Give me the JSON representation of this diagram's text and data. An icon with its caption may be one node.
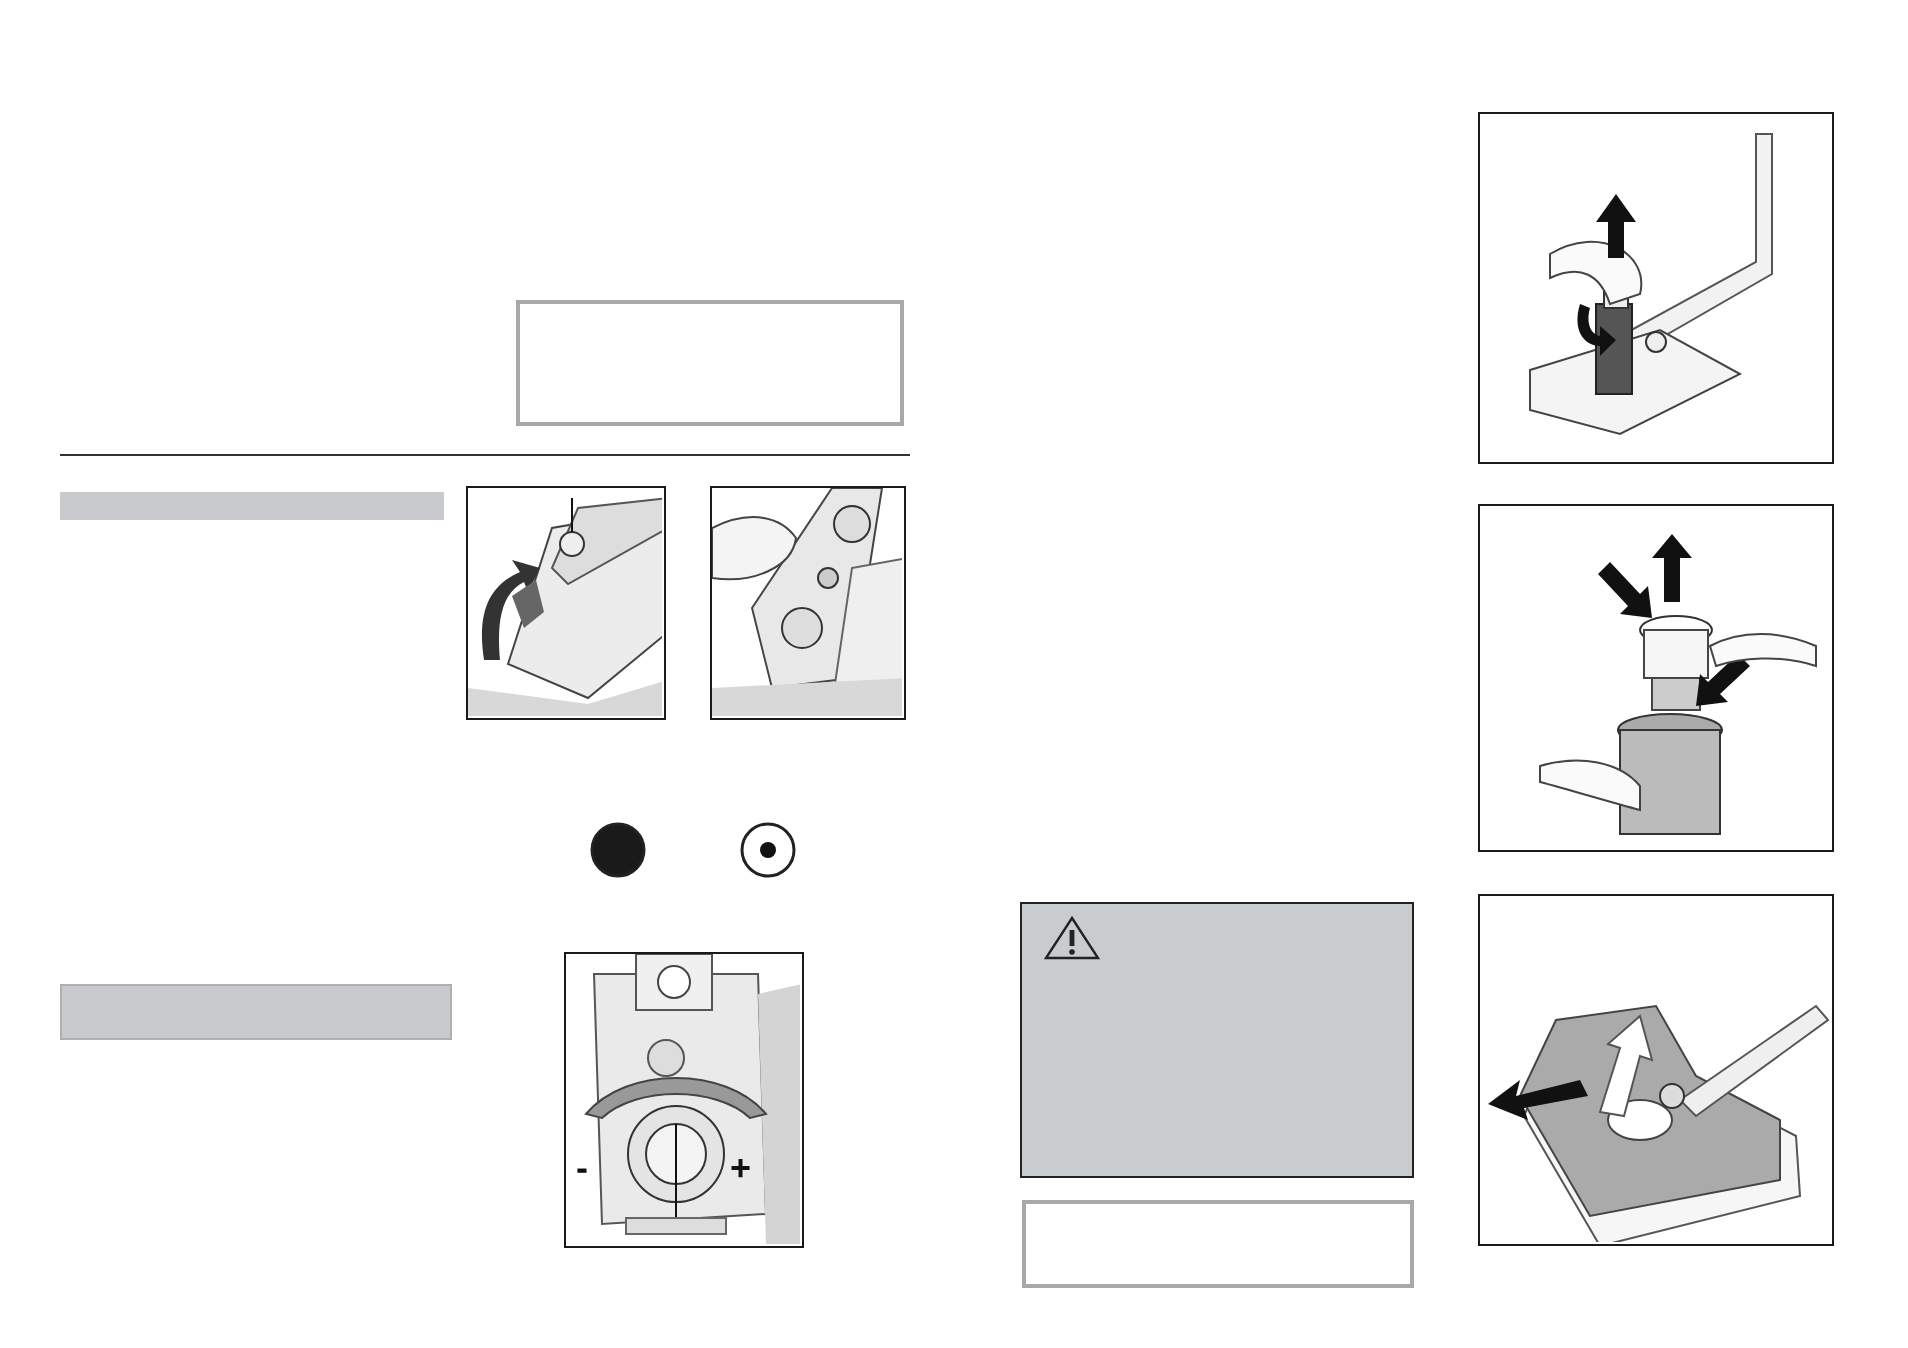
{
  "diagram": {
    "nodes": [
      {
        "text": [],
        "shape": "box"
      },
      {
        "text": [],
        "shape": "bar"
      },
      {
        "text": [],
        "shape": "picture"
      },
      {
        "text": [],
        "shape": "picture"
      },
      {
        "text": [],
        "shape": "circle"
      },
      {
        "text": [],
        "shape": "circle"
      },
      {
        "text": [],
        "shape": "bar"
      },
      {
        "text": [],
        "shape": "picture"
      },
      {
        "text": [],
        "shape": "box"
      },
      {
        "text": [],
        "shape": "box"
      },
      {
        "text": [],
        "shape": "picture"
      },
      {
        "text": [],
        "shape": "picture"
      },
      {
        "text": [],
        "shape": "picture"
      }
    ],
    "labels": [
      "-",
      "+"
    ]
  }
}
